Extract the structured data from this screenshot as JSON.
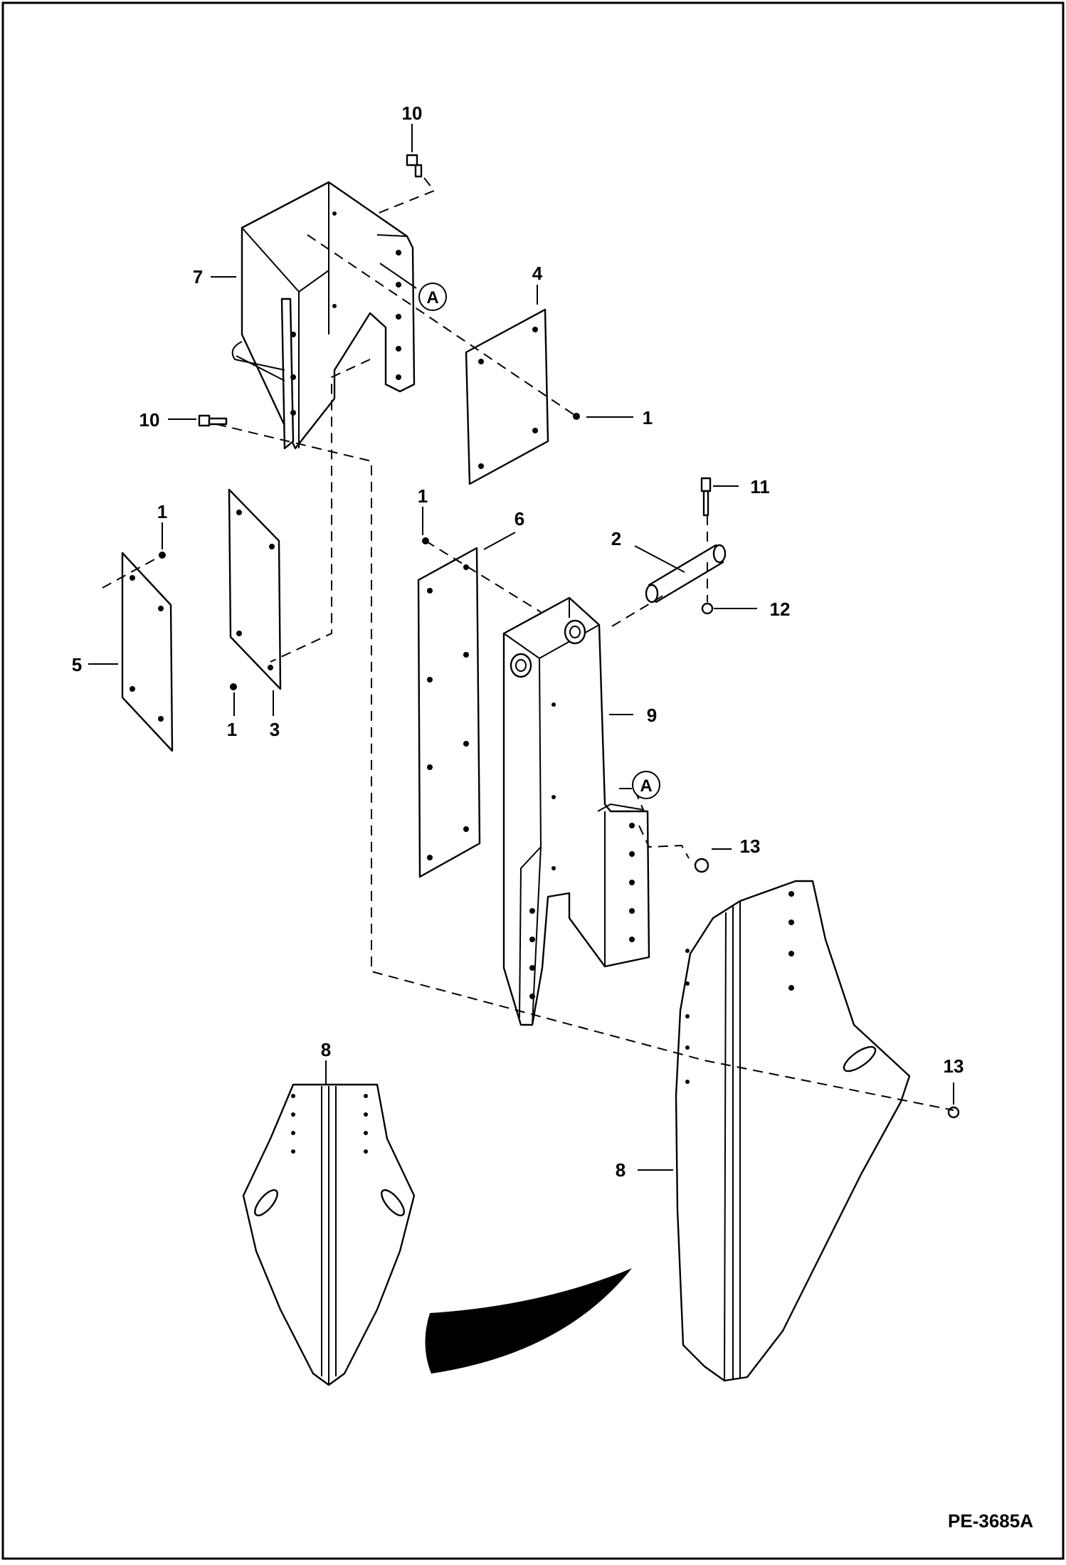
{
  "figure_code": "PE-3685A",
  "callout_labels": {
    "c1": "1",
    "c2": "2",
    "c3": "3",
    "c4": "4",
    "c5": "5",
    "c6": "6",
    "c7": "7",
    "c8": "8",
    "c9": "9",
    "c10": "10",
    "c11": "11",
    "c12": "12",
    "c13": "13"
  },
  "detail_marker": "A"
}
